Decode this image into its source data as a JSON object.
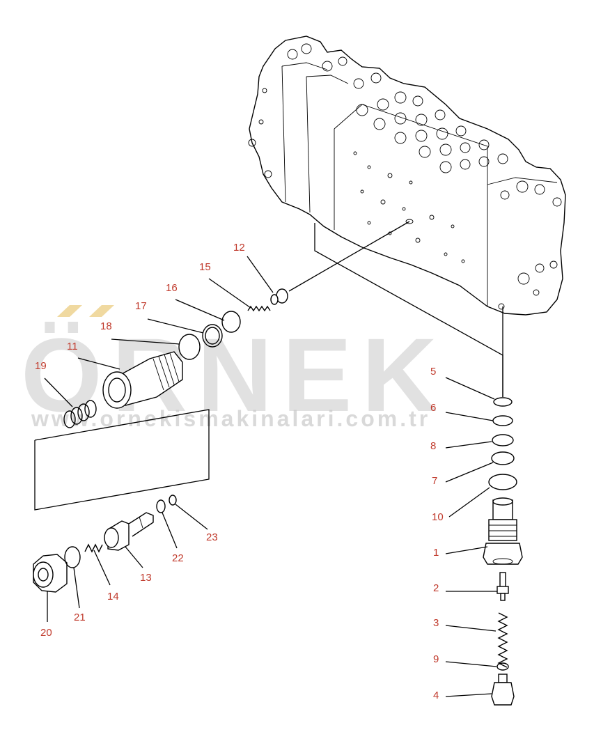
{
  "watermark": {
    "text": "ÖRNEK",
    "url": "www.ornekismakinalari.com.tr",
    "color": "#c9c9c9",
    "accent_color": "#f0d9a0"
  },
  "callout_color": "#c0392b",
  "callouts": [
    "1",
    "2",
    "3",
    "4",
    "5",
    "6",
    "7",
    "8",
    "9",
    "10",
    "11",
    "12",
    "13",
    "14",
    "15",
    "16",
    "17",
    "18",
    "19",
    "20",
    "21",
    "22",
    "23"
  ]
}
